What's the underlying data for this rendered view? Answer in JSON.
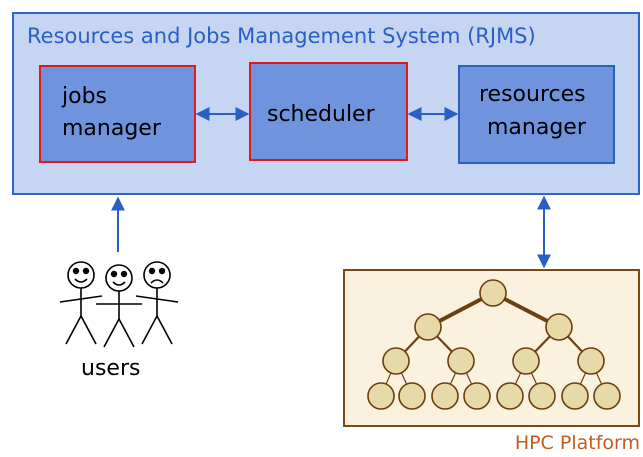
{
  "rjms": {
    "title": "Resources and Jobs Management System (RJMS)",
    "jobs_manager_line1": "jobs",
    "jobs_manager_line2": "manager",
    "scheduler": "scheduler",
    "resources_manager_line1": "resources",
    "resources_manager_line2": "manager"
  },
  "users_label": "users",
  "platform_label": "HPC Platform",
  "colors": {
    "rjms_fill": "#c6d5f2",
    "rjms_border": "#2f64c8",
    "box_fill": "#6f93dc",
    "box_red_border": "#e01a1a",
    "box_blue_border": "#2a5fc4",
    "arrow": "#2a5fc4",
    "platform_fill": "#fbf1df",
    "platform_border": "#7a4a10",
    "node_fill": "#e8d9a8",
    "edge": "#6b3f10",
    "platform_label": "#c65a20"
  }
}
